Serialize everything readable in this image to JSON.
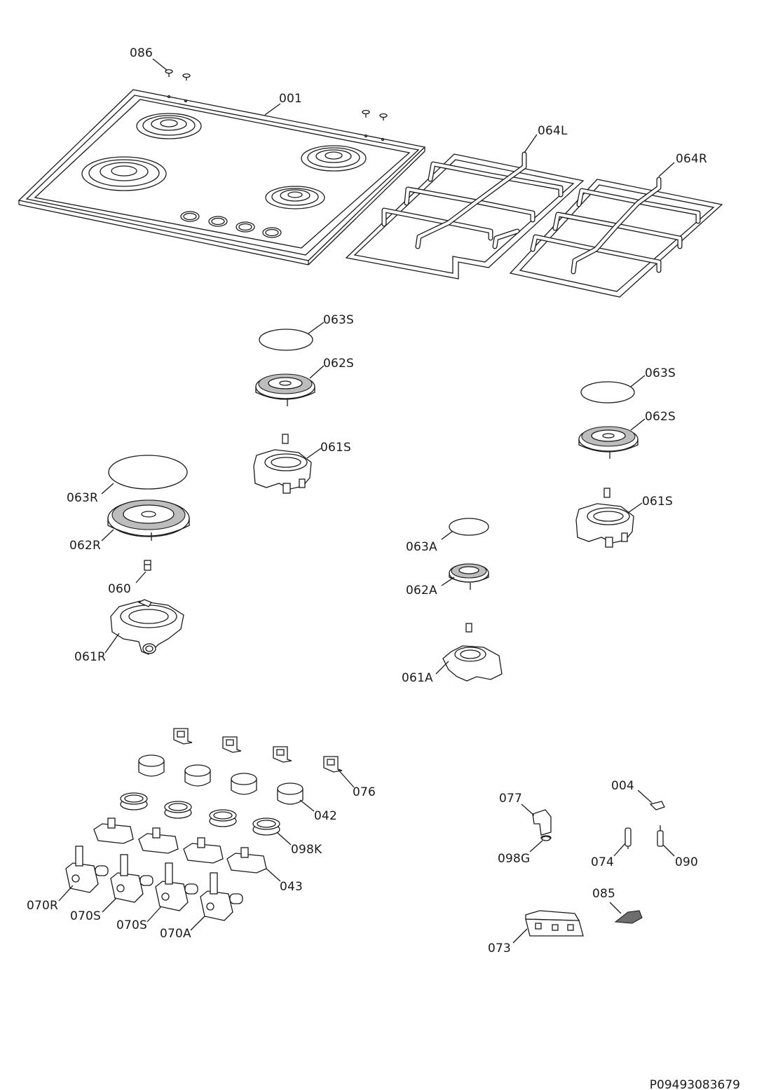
{
  "labels": {
    "l086": "086",
    "l001": "001",
    "l064L": "064L",
    "l064R": "064R",
    "l063S_a": "063S",
    "l062S_a": "062S",
    "l061S_a": "061S",
    "l063S_b": "063S",
    "l062S_b": "062S",
    "l061S_b": "061S",
    "l063R": "063R",
    "l062R": "062R",
    "l060": "060",
    "l061R": "061R",
    "l063A": "063A",
    "l062A": "062A",
    "l061A": "061A",
    "l076": "076",
    "l042": "042",
    "l098K": "098K",
    "l043": "043",
    "l070R": "070R",
    "l070S_a": "070S",
    "l070S_b": "070S",
    "l070A": "070A",
    "l077": "077",
    "l004": "004",
    "l098G": "098G",
    "l074": "074",
    "l090": "090",
    "l085": "085",
    "l073": "073"
  },
  "document_id": "P09493083679",
  "colors": {
    "line": "#1a1a1a",
    "background": "#ffffff",
    "shade": "#bdbdbd"
  }
}
